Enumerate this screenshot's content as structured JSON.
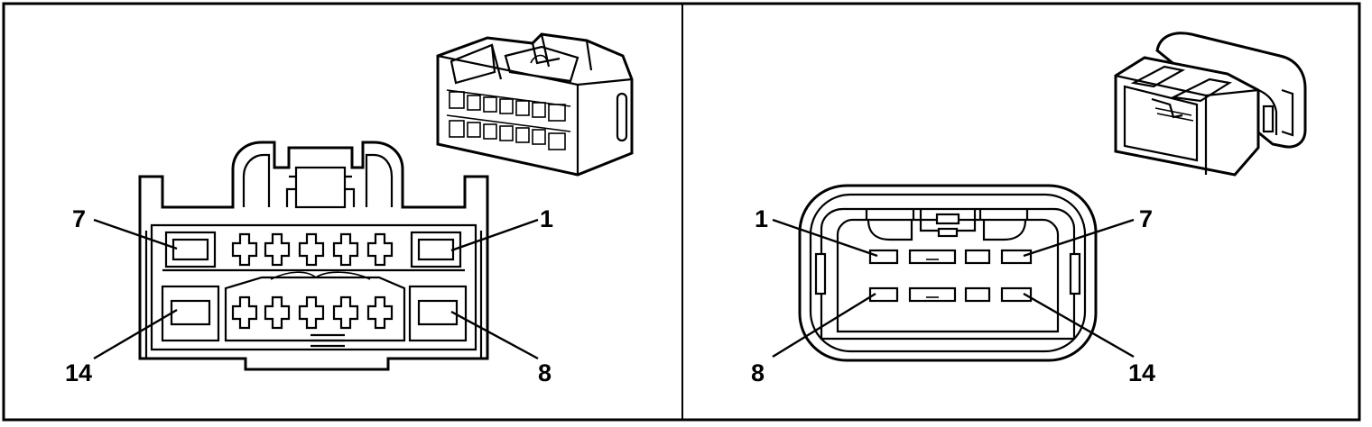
{
  "left_connector": {
    "pin_labels": {
      "top_left": "7",
      "top_right": "1",
      "bottom_left": "14",
      "bottom_right": "8"
    }
  },
  "right_connector": {
    "pin_labels": {
      "top_left": "1",
      "top_right": "7",
      "bottom_left": "8",
      "bottom_right": "14"
    }
  }
}
